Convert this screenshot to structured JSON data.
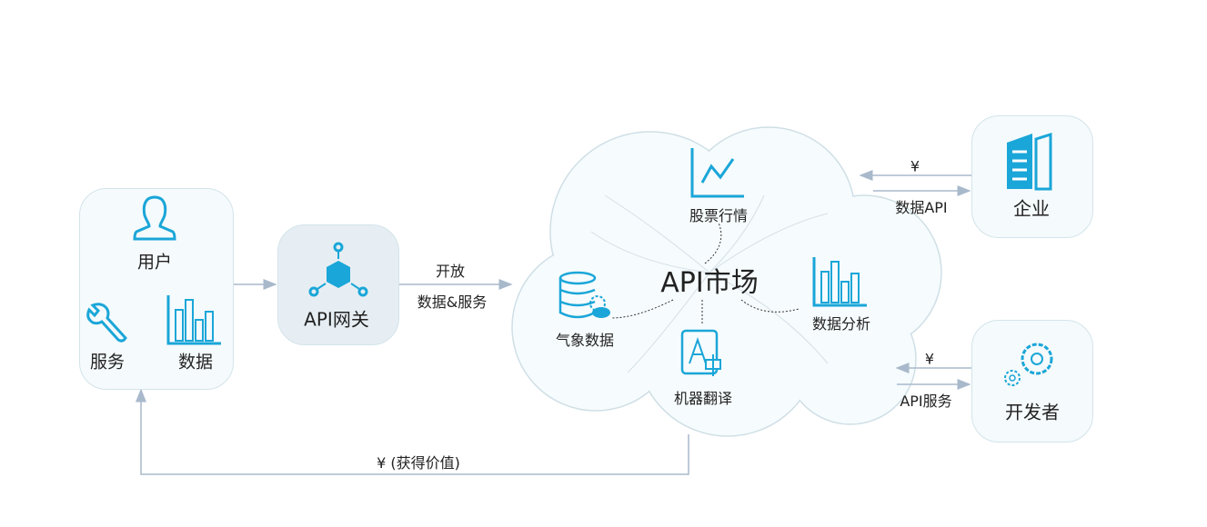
{
  "colors": {
    "icon": "#1aa6d8",
    "arrow": "#a9b9cc",
    "box_bg": "#f5fafc",
    "gateway_bg": "#e6eef3"
  },
  "left_group": {
    "user": "用户",
    "service": "服务",
    "data": "数据"
  },
  "gateway": {
    "label": "API网关"
  },
  "open_link": {
    "top": "开放",
    "bottom": "数据&服务"
  },
  "market": {
    "title": "API市场",
    "items": [
      "股票行情",
      "气象数据",
      "数据分析",
      "机器翻译"
    ]
  },
  "enterprise": {
    "label": "企业",
    "pay": "¥",
    "provide": "数据API"
  },
  "developer": {
    "label": "开发者",
    "pay": "¥",
    "provide": "API服务"
  },
  "return_link": {
    "label": "¥ (获得价值)"
  }
}
